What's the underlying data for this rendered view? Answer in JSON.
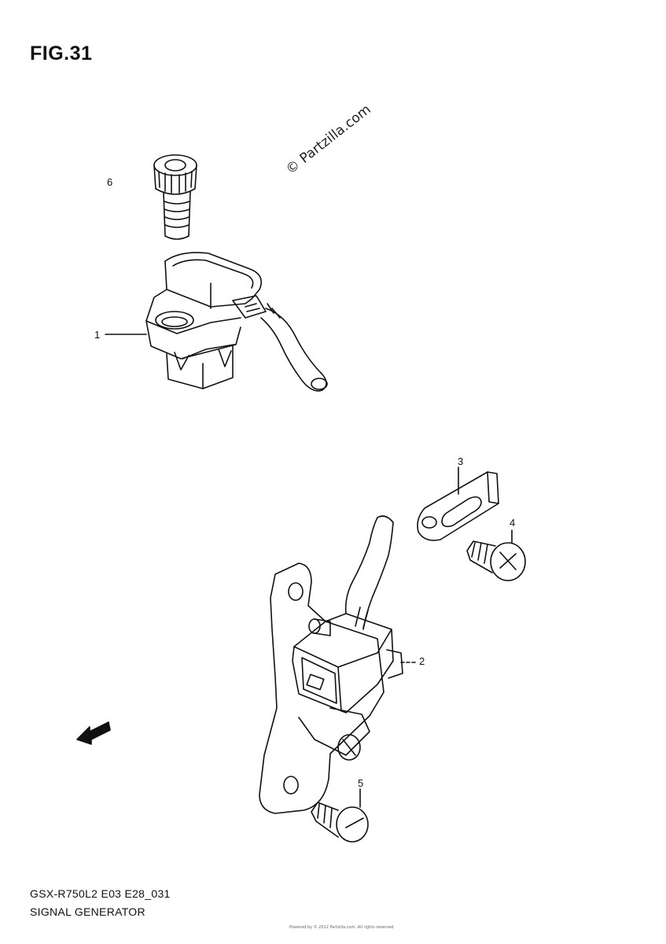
{
  "figure": {
    "title": "FIG.31"
  },
  "watermark": "© Partzilla.com",
  "callouts": [
    {
      "id": "6",
      "label": "6"
    },
    {
      "id": "1",
      "label": "1"
    },
    {
      "id": "3",
      "label": "3"
    },
    {
      "id": "4",
      "label": "4"
    },
    {
      "id": "2",
      "label": "2"
    },
    {
      "id": "5",
      "label": "5"
    }
  ],
  "direction_arrow": {
    "label": "FWD"
  },
  "footer": {
    "model_code": "GSX-R750L2 E03 E28_031",
    "section_name": "SIGNAL GENERATOR",
    "fine_print": "Powered by © 2012 Partzilla.com. All rights reserved."
  }
}
